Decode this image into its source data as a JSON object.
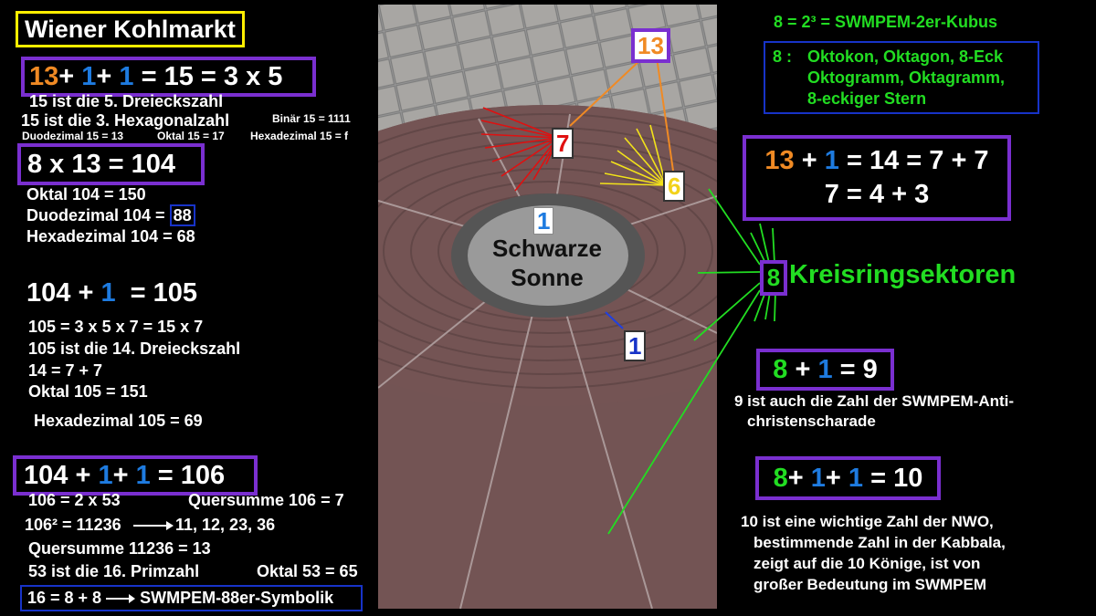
{
  "title": "Wiener Kohlmarkt",
  "left": {
    "eq1": {
      "a": "13",
      "p1": "+",
      "b": "1",
      "p2": "+",
      "c": "1",
      "rest": "= 15 = 3 x 5"
    },
    "l1": "15 ist die 5. Dreieckszahl",
    "l2": "15 ist die 3. Hexagonalzahl",
    "l2b": "Binär 15 = 1111",
    "l3a": "Duodezimal 15 = 13",
    "l3b": "Oktal 15 = 17",
    "l3c": "Hexadezimal 15 = f",
    "eq2": "8 x 13 = 104",
    "o104": "Oktal 104 = 150",
    "d104": "Duodezimal 104 =",
    "d104v": "88",
    "h104": "Hexadezimal 104 = 68",
    "eq3": {
      "a": "104 +",
      "b": "1",
      "rest": "= 105"
    },
    "f105": "105 = 3 x 5 x 7 = 15 x 7",
    "t105": "105 ist die 14. Dreieckszahl",
    "s14": "14 = 7 + 7",
    "o105": "Oktal 105 = 151",
    "h105": "Hexadezimal 105 = 69",
    "eq4": {
      "a": "104 +",
      "b": "1",
      "p": "+",
      "c": "1",
      "rest": "= 106"
    },
    "f106": "106 = 2 x 53",
    "q106": "Quersumme 106 = 7",
    "sq106": "106² = 11236",
    "seq": "11, 12, 23, 36",
    "q11236": "Quersumme 11236 = 13",
    "p53": "53 ist die 16. Primzahl",
    "o53": "Oktal 53 = 65",
    "sym": {
      "a": "16 = 8 + 8",
      "b": "SWMPEM-88er-Symbolik"
    }
  },
  "photo": {
    "center_line1": "Schwarze",
    "center_line2": "Sonne",
    "label_center": "1",
    "label_7": "7",
    "label_6": "6",
    "label_13": "13",
    "label_1": "1"
  },
  "right": {
    "cube": "8 = 2³ = SWMPEM-2er-Kubus",
    "oct_num": "8 :",
    "oct1": "Oktokon, Oktagon, 8-Eck",
    "oct2": "Oktogramm, Oktagramm,",
    "oct3": "8-eckiger Stern",
    "eqA": {
      "a": "13",
      "p": "+",
      "b": "1",
      "rest": "= 14 = 7 + 7"
    },
    "eqA2": "7 = 4 + 3",
    "ring_num": "8",
    "ring_label": "Kreisringsektoren",
    "eqB": {
      "a": "8",
      "p": "+",
      "b": "1",
      "rest": "= 9"
    },
    "nine1": "9 ist auch die Zahl der SWMPEM-Anti-",
    "nine2": "christenscharade",
    "eqC": {
      "a": "8",
      "p1": "+",
      "b": "1",
      "p2": "+",
      "c": "1",
      "rest": "= 10"
    },
    "ten1": "10 ist eine wichtige Zahl der NWO,",
    "ten2": "bestimmende Zahl in der Kabbala,",
    "ten3": "zeigt auf die 10 Könige, ist von",
    "ten4": "großer Bedeutung im SWMPEM"
  },
  "colors": {
    "orange": "#f08a24",
    "blue": "#1e7be0",
    "green": "#22dd22",
    "purple": "#7a2fd0",
    "yellow": "#ffee00"
  }
}
